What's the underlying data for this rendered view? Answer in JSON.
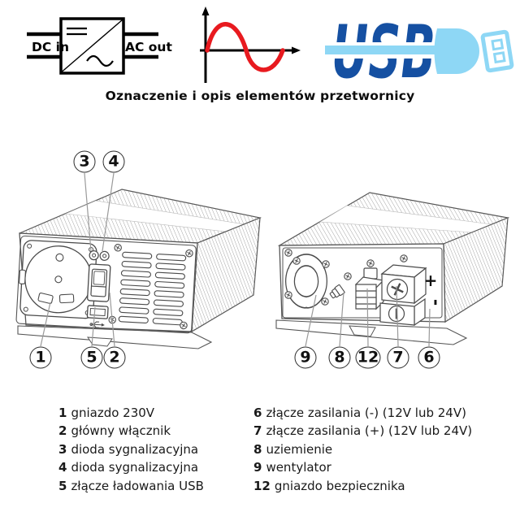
{
  "header": {
    "converter_icon": {
      "left_label": "DC in",
      "right_label": "AC out"
    },
    "usb_logo_text": "USB",
    "title": "Oznaczenie i opis elementów przetwornicy"
  },
  "colors": {
    "usb_dark_blue": "#1550a2",
    "usb_light_blue": "#8ed7f5",
    "sine_red": "#e81a1f",
    "line_art_gray": "#4a4a4a"
  },
  "figure": {
    "front_callouts": [
      "3",
      "4",
      "1",
      "5",
      "2"
    ],
    "rear_callouts": [
      "9",
      "8",
      "12",
      "7",
      "6"
    ],
    "terminal_plus": "+",
    "terminal_minus": "-"
  },
  "legend": {
    "left": [
      {
        "number": "1",
        "text": "gniazdo 230V"
      },
      {
        "number": "2",
        "text": "główny włącznik"
      },
      {
        "number": "3",
        "text": "dioda sygnalizacyjna"
      },
      {
        "number": "4",
        "text": "dioda sygnalizacyjna"
      },
      {
        "number": "5",
        "text": "złącze ładowania USB"
      }
    ],
    "right": [
      {
        "number": "6",
        "text": "złącze zasilania (-) (12V lub 24V)"
      },
      {
        "number": "7",
        "text": "złącze zasilania (+) (12V lub 24V)"
      },
      {
        "number": "8",
        "text": "uziemienie"
      },
      {
        "number": "9",
        "text": "wentylator"
      },
      {
        "number": "12",
        "text": "gniazdo bezpiecznika"
      }
    ]
  }
}
